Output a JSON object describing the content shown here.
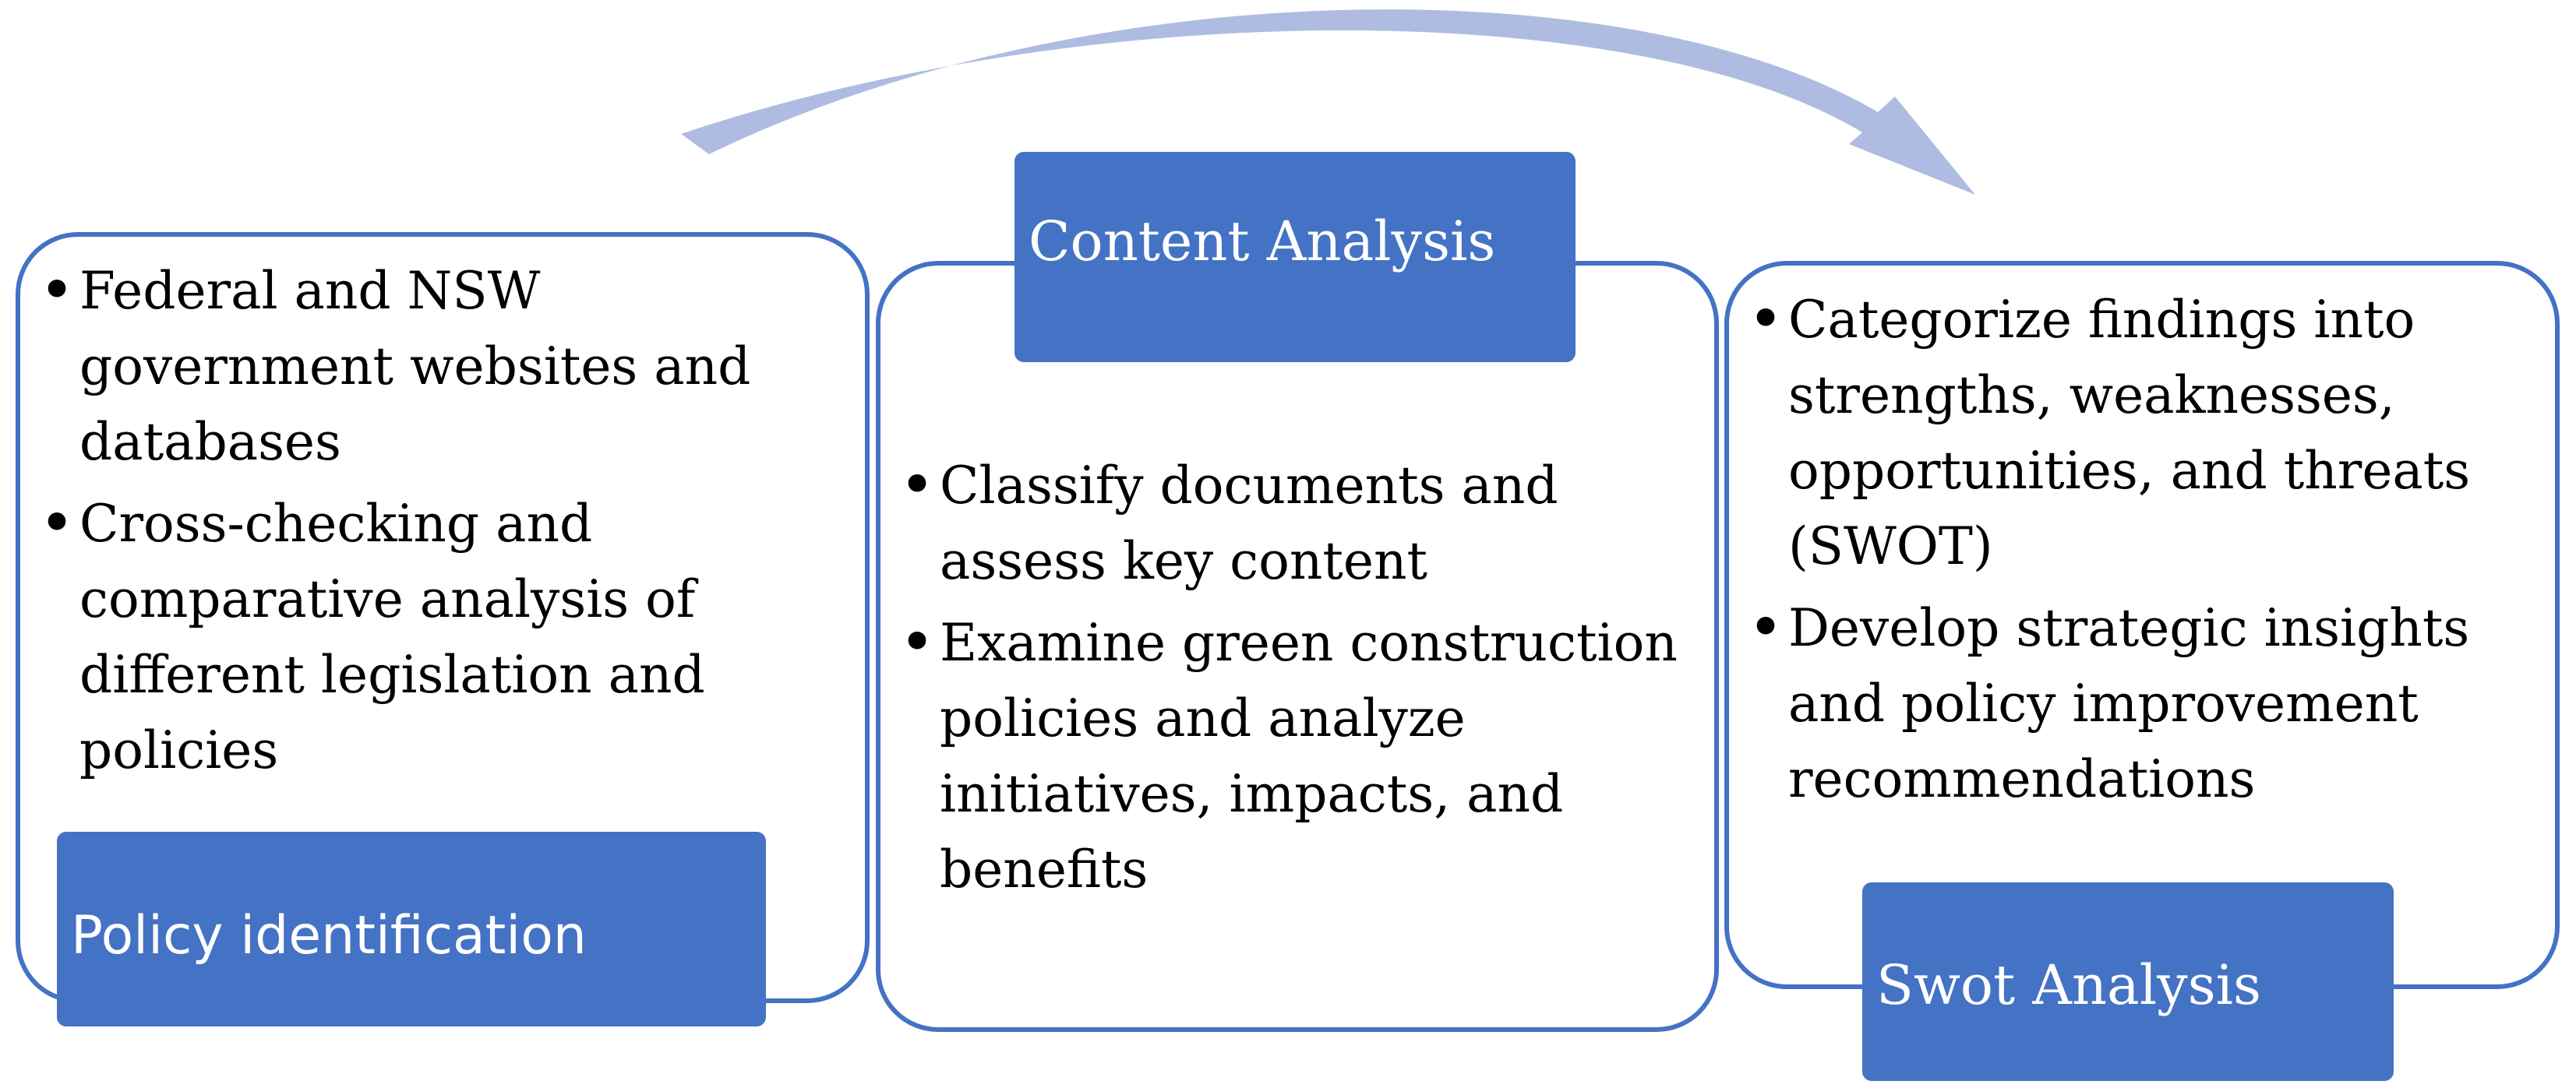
{
  "stages": [
    {
      "id": "policy-identification",
      "label": "Policy identification",
      "bullets": [
        "Federal and NSW government websites and databases",
        "Cross-checking and comparative analysis of different legislation and policies"
      ]
    },
    {
      "id": "content-analysis",
      "label": "Content Analysis",
      "bullets": [
        "Classify documents and assess key content",
        "Examine green construction policies and analyze initiatives, impacts, and benefits"
      ]
    },
    {
      "id": "swot-analysis",
      "label": "Swot Analysis",
      "bullets": [
        "Categorize findings into strengths, weaknesses, opportunities, and threats (SWOT)",
        "Develop strategic insights and policy improvement recommendations"
      ]
    }
  ],
  "colors": {
    "panel_border": "#4472C4",
    "label_fill": "#4472C4",
    "label_text": "#FFFFFF",
    "flow_arrow": "#AEBCE1",
    "cycle_arrow": "#F1F3FA"
  },
  "icons": {
    "flow_arrow": "curved-flow-arrow-icon",
    "cycle_arrow": "circular-cycle-arrow-icon"
  }
}
